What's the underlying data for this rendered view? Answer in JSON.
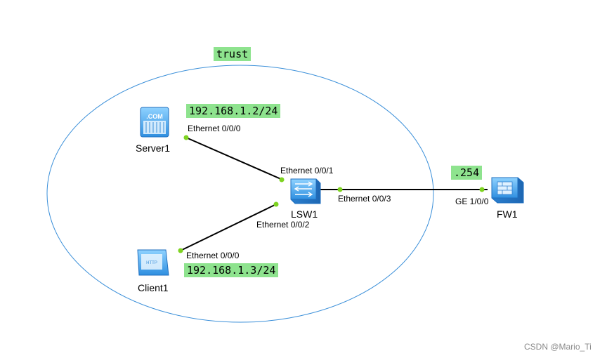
{
  "zone": {
    "name": "trust"
  },
  "devices": {
    "server": {
      "name": "Server1",
      "icon": "server-icon",
      "icon_text": ".COM"
    },
    "client": {
      "name": "Client1",
      "icon": "client-pc-icon",
      "icon_text": "HTTP"
    },
    "switch": {
      "name": "LSW1",
      "icon": "switch-icon"
    },
    "firewall": {
      "name": "FW1",
      "icon": "firewall-icon"
    }
  },
  "ports": {
    "server_port": "Ethernet 0/0/0",
    "client_port": "Ethernet 0/0/0",
    "switch_p1": "Ethernet 0/0/1",
    "switch_p2": "Ethernet 0/0/2",
    "switch_p3": "Ethernet 0/0/3",
    "fw_port": "GE 1/0/0"
  },
  "addresses": {
    "server_ip": "192.168.1.2/24",
    "client_ip": "192.168.1.3/24",
    "fw_ip": ".254"
  },
  "colors": {
    "zone_outline": "#3a8fd9",
    "port_dot": "#7ed321",
    "tag_bg": "#8ee38e",
    "device_blue": "#3aa0e8"
  },
  "watermark": "CSDN @Mario_Ti"
}
